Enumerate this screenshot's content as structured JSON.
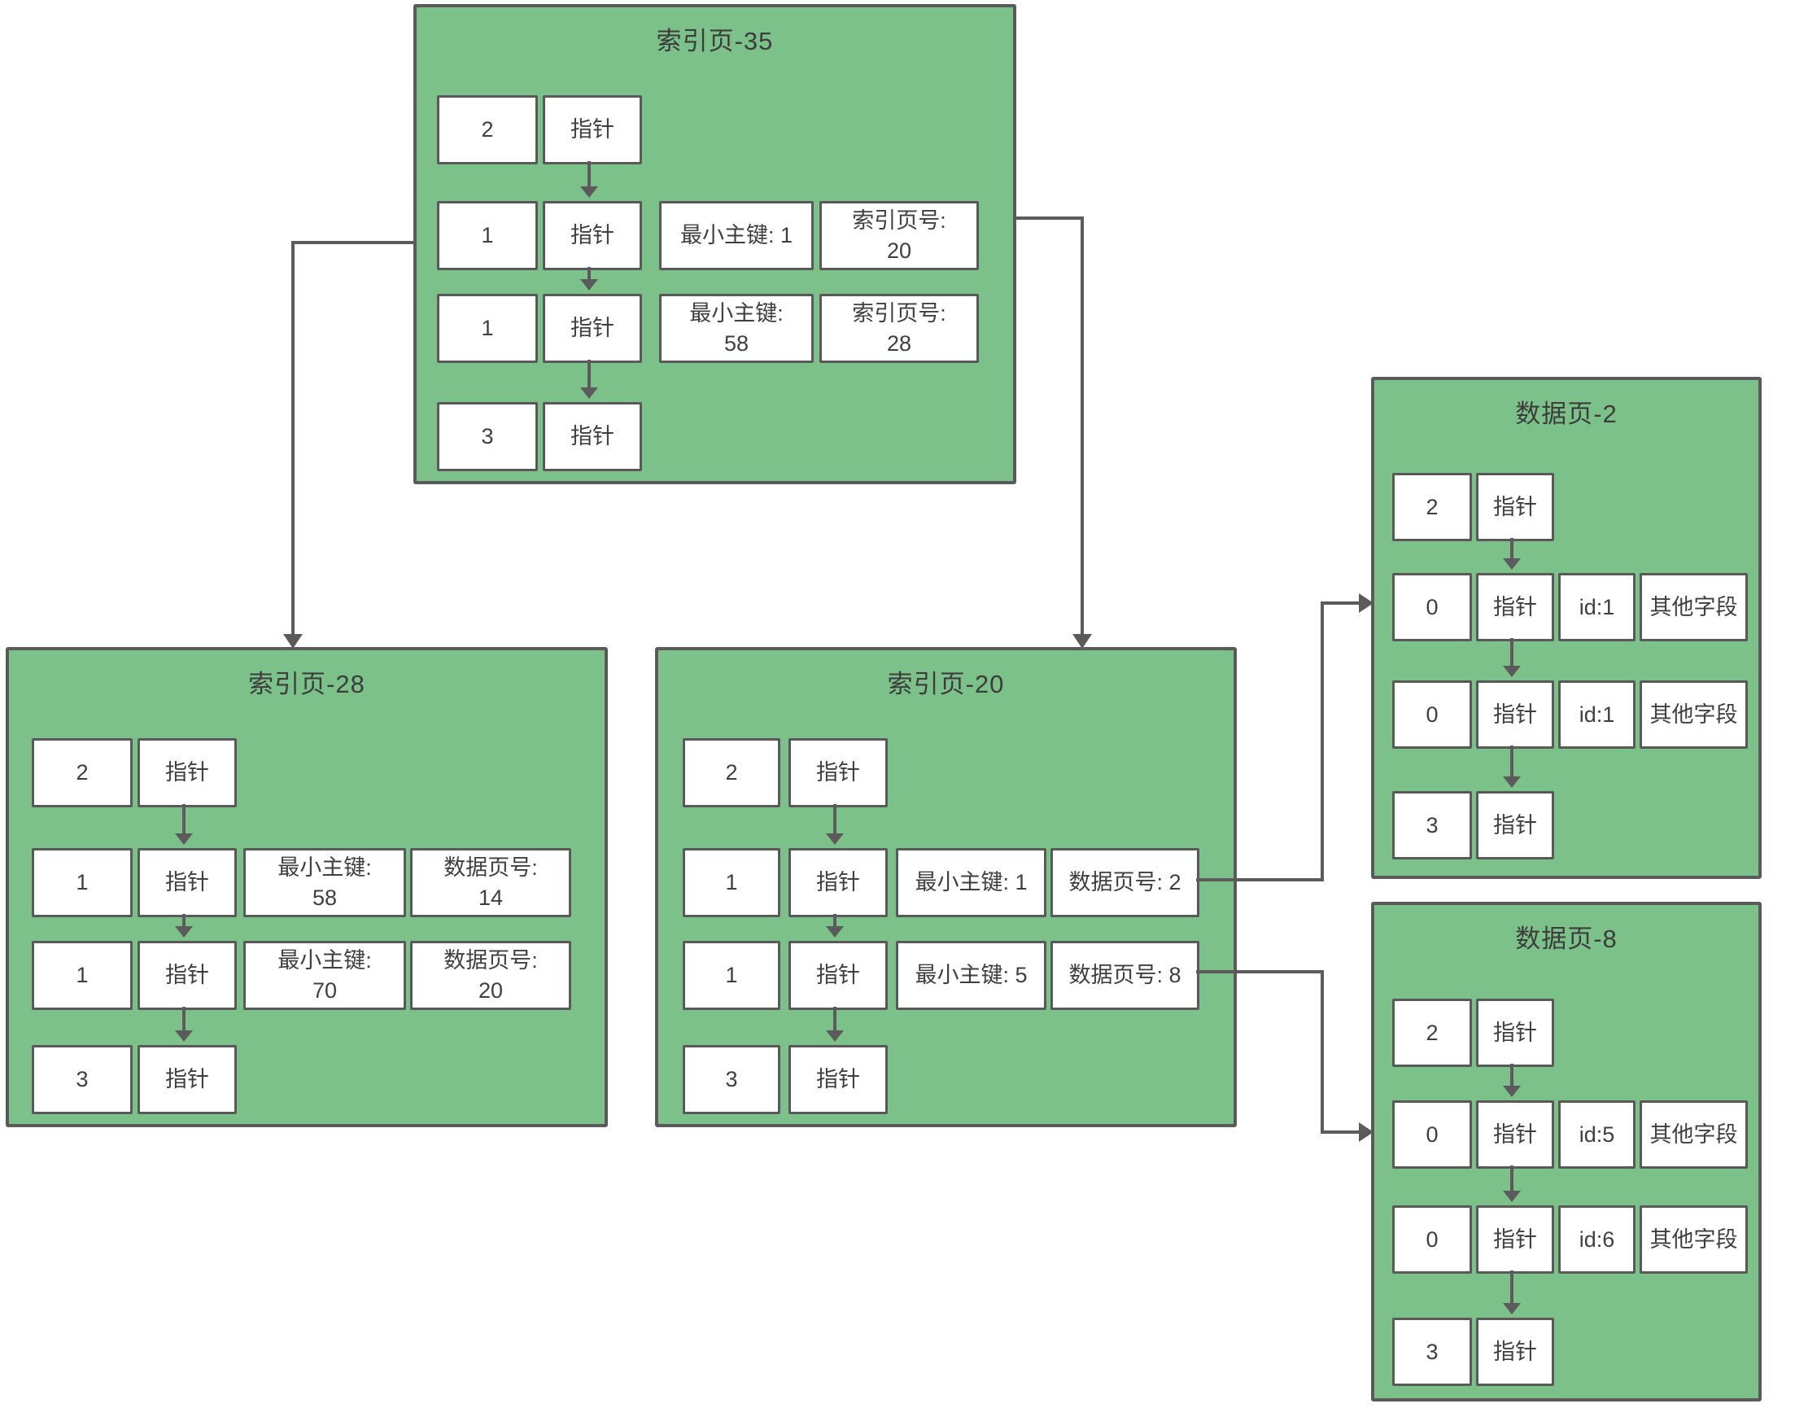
{
  "colors": {
    "page_background": "#ffffff",
    "box_fill": "#7cc189",
    "box_border": "#5a5a5a",
    "cell_fill": "#ffffff",
    "cell_border": "#595959",
    "text": "#3f3f3f",
    "arrow": "#5b5b5b"
  },
  "boxes": {
    "index35": {
      "title": "索引页-35",
      "rows": [
        [
          "2",
          "指针"
        ],
        [
          "1",
          "指针",
          "最小主键: 1",
          "索引页号:\n20"
        ],
        [
          "1",
          "指针",
          "最小主键:\n58",
          "索引页号:\n28"
        ],
        [
          "3",
          "指针"
        ]
      ]
    },
    "index28": {
      "title": "索引页-28",
      "rows": [
        [
          "2",
          "指针"
        ],
        [
          "1",
          "指针",
          "最小主键:\n58",
          "数据页号:\n14"
        ],
        [
          "1",
          "指针",
          "最小主键:\n70",
          "数据页号:\n20"
        ],
        [
          "3",
          "指针"
        ]
      ]
    },
    "index20": {
      "title": "索引页-20",
      "rows": [
        [
          "2",
          "指针"
        ],
        [
          "1",
          "指针",
          "最小主键: 1",
          "数据页号: 2"
        ],
        [
          "1",
          "指针",
          "最小主键: 5",
          "数据页号: 8"
        ],
        [
          "3",
          "指针"
        ]
      ]
    },
    "data2": {
      "title": "数据页-2",
      "rows": [
        [
          "2",
          "指针"
        ],
        [
          "0",
          "指针",
          "id:1",
          "其他字段"
        ],
        [
          "0",
          "指针",
          "id:1",
          "其他字段"
        ],
        [
          "3",
          "指针"
        ]
      ]
    },
    "data8": {
      "title": "数据页-8",
      "rows": [
        [
          "2",
          "指针"
        ],
        [
          "0",
          "指针",
          "id:5",
          "其他字段"
        ],
        [
          "0",
          "指针",
          "id:6",
          "其他字段"
        ],
        [
          "3",
          "指针"
        ]
      ]
    }
  }
}
